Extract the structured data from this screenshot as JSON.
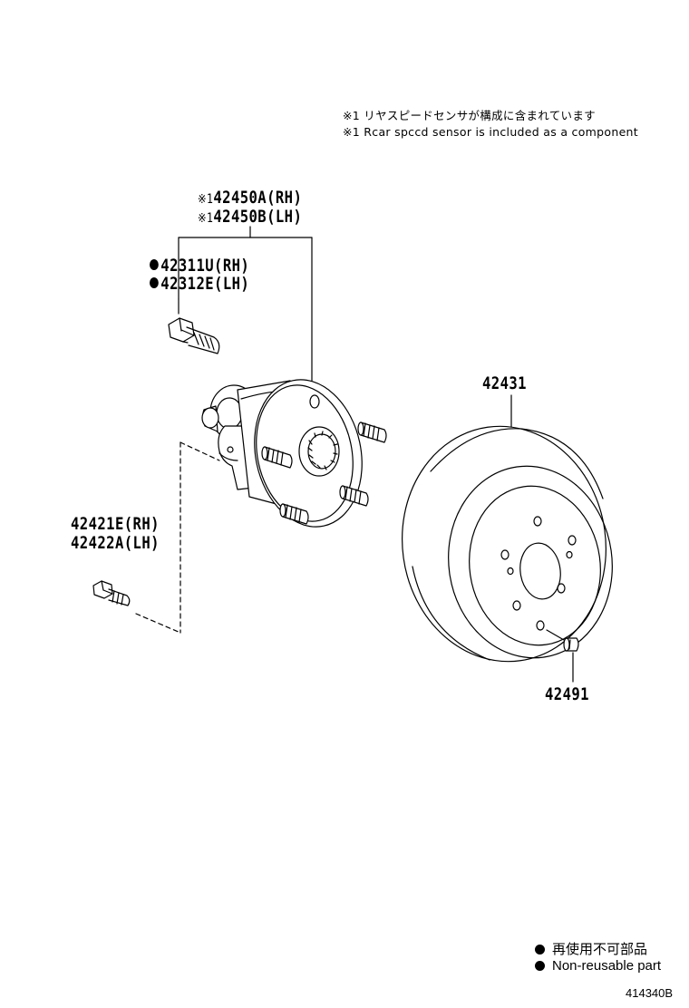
{
  "notes": {
    "line_jp": "※1 リヤスピードセンサが構成に含まれています",
    "line_en": "※1 Rcar spccd sensor is included as a component"
  },
  "parts": {
    "hub_rh_mark": "※1",
    "hub_rh": "42450A(RH)",
    "hub_lh_mark": "※1",
    "hub_lh": "42450B(LH)",
    "stud_rh": "42311U(RH)",
    "stud_lh": "42312E(LH)",
    "bolt_rh": "42421E(RH)",
    "bolt_lh": "42422A(LH)",
    "disc": "42431",
    "screw": "42491"
  },
  "legend": {
    "jp": "再使用不可部品",
    "en": "Non-reusable part"
  },
  "diagram_code": "414340B"
}
